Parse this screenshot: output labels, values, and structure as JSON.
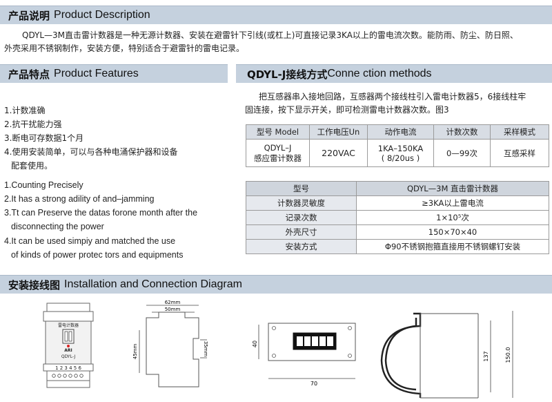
{
  "sections": {
    "description": {
      "title_cn": "产品说明",
      "title_en": "Product Description",
      "line1": "QDYL—3M直击雷计数器是一种无源计数器、安装在避雷针下引线(或杠上)可直接记录3KA以上的雷电流次数。能防雨、防尘、防日照、",
      "line2": "外壳采用不锈钢制作，安装方便，特别适合于避雷针的雷电记录。"
    },
    "features": {
      "title_cn": "产品特点",
      "title_en": "Product Features",
      "cn_items": [
        "1.计数准确",
        "2.抗干扰能力强",
        "3.断电可存数据1个月",
        "4.使用安装简单，可以与各种电涌保护器和设备",
        "配套使用。"
      ],
      "en_items": [
        "1.Counting Precisely",
        "2.It has a strong adility of and–jamming",
        "3.Tt can Preserve the datas forone month after the",
        "disconnecting the power",
        "4.It can be used simpiy and matched the use",
        "of kinds of power protec tors and equipments"
      ]
    },
    "connection": {
      "title_cn": "QDYL-J接线方式",
      "title_en": "Conne ction methods",
      "line1": "把互感器串入接地回路，互感器两个接线柱引入雷电计数器5，6接线柱牢",
      "line2": "固连接，按下显示开关，即可检测雷电计数器次数。图3"
    },
    "install": {
      "title_cn": "安装接线图",
      "title_en": "Installation and Connection Diagram"
    }
  },
  "table1": {
    "headers": [
      "型号 Model",
      "工作电压Un",
      "动作电流",
      "计数次数",
      "采样模式"
    ],
    "row": {
      "model_l1": "QDYL–J",
      "model_l2": "感应雷计数器",
      "voltage": "220VAC",
      "current_l1": "1KA–150KA",
      "current_l2": "( 8/20us )",
      "count": "0—99次",
      "mode": "互感采样"
    }
  },
  "table2": {
    "rows": [
      {
        "k": "型号",
        "v": "QDYL—3M 直击雷计数器"
      },
      {
        "k": "计数器灵敏度",
        "v": "≥3KA以上雷电流"
      },
      {
        "k": "记录次数",
        "v": "1×10⁵次"
      },
      {
        "k": "外壳尺寸",
        "v": "150×70×40"
      },
      {
        "k": "安装方式",
        "v": "Φ90不锈钢抱箍直接用不锈钢螺钉安装"
      }
    ]
  },
  "diagrams": {
    "d1": {
      "label": "雷电计数器",
      "brand": "ARI",
      "model": "QDYL-J",
      "terminals": "1 2 3 4 5 6"
    },
    "d2": {
      "w1": "62mm",
      "w2": "50mm",
      "h1": "45mm",
      "h2": "35mm"
    },
    "d3": {
      "h": "40",
      "w": "70"
    },
    "d4": {
      "h1": "137",
      "h2": "150.0"
    }
  }
}
